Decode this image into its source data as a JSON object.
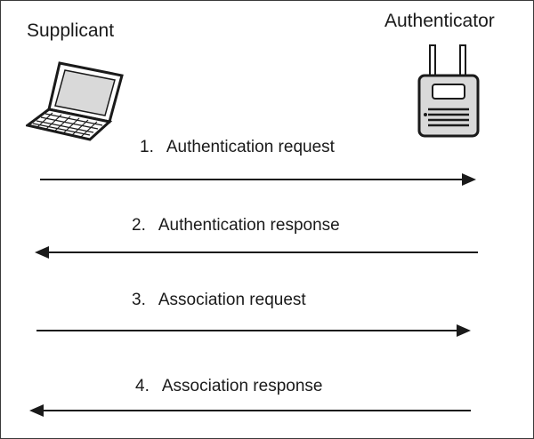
{
  "actors": {
    "supplicant": "Supplicant",
    "authenticator": "Authenticator"
  },
  "icons": {
    "supplicant": "laptop-icon",
    "authenticator": "wireless-access-point-icon"
  },
  "steps": [
    {
      "number": "1.",
      "label": "Authentication request",
      "direction": "right"
    },
    {
      "number": "2.",
      "label": "Authentication response",
      "direction": "left"
    },
    {
      "number": "3.",
      "label": "Association request",
      "direction": "right"
    },
    {
      "number": "4.",
      "label": "Association response",
      "direction": "left"
    }
  ],
  "colors": {
    "line": "#1a1a1a",
    "border": "#3a3a3a",
    "device_fill": "#d9d9d9"
  }
}
